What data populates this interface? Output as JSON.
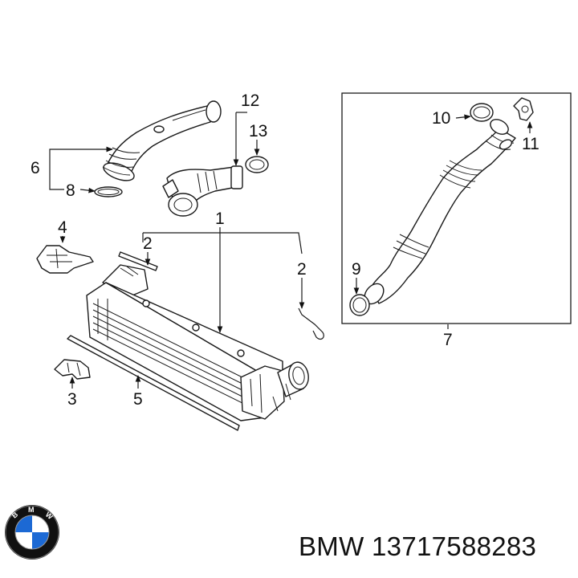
{
  "diagram": {
    "callouts": {
      "c1": "1",
      "c2a": "2",
      "c2b": "2",
      "c3": "3",
      "c4": "4",
      "c5": "5",
      "c6": "6",
      "c7": "7",
      "c8": "8",
      "c9": "9",
      "c10": "10",
      "c11": "11",
      "c12": "12",
      "c13": "13"
    },
    "logo": {
      "brand_text": "BMW",
      "colors": {
        "blue": "#1c69d4",
        "white": "#ffffff",
        "black": "#111111"
      }
    }
  },
  "caption": {
    "brand": "BMW",
    "part_number": "13717588283"
  }
}
